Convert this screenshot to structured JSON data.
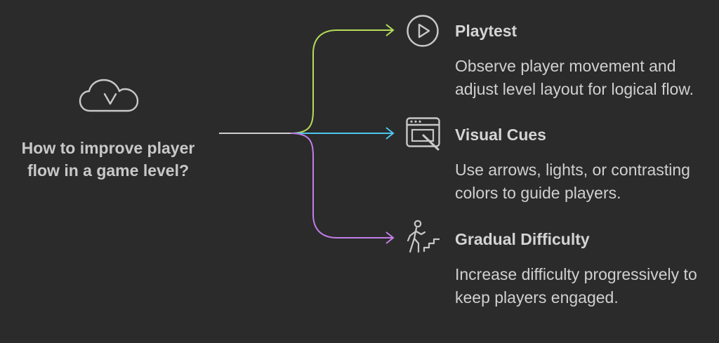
{
  "question": "How to improve player flow in a game level?",
  "center_icon": "cloud-download-icon",
  "branches": [
    {
      "title": "Playtest",
      "description": "Observe player movement and adjust level layout for logical flow.",
      "icon": "play-circle-icon",
      "color": "#b5dd5a"
    },
    {
      "title": "Visual Cues",
      "description": "Use arrows, lights, or contrasting colors to guide players.",
      "icon": "screen-pointer-icon",
      "color": "#4cc6ee"
    },
    {
      "title": "Gradual Difficulty",
      "description": "Increase difficulty progressively to keep players engaged.",
      "icon": "climbing-stairs-icon",
      "color": "#c37ee8"
    }
  ],
  "colors": {
    "background": "#2b2b2b",
    "trunk": "#cfcfcf",
    "text": "#d0d0d0"
  }
}
